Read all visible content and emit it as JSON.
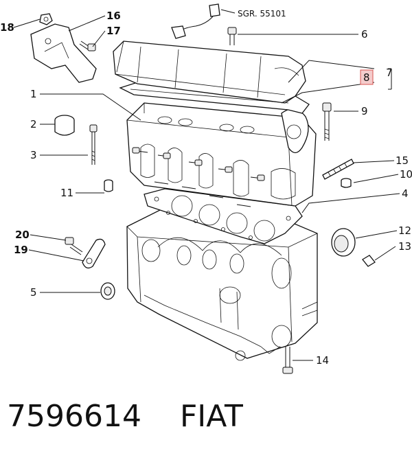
{
  "labels": {
    "l1": "1",
    "l2": "2",
    "l3": "3",
    "l4": "4",
    "l5": "5",
    "l6": "6",
    "l7": "7",
    "l8": "8",
    "l9": "9",
    "l10": "10",
    "l11": "11",
    "l12": "12",
    "l13": "13",
    "l14": "14",
    "l15": "15",
    "l16": "16",
    "l17": "17",
    "l18": "18",
    "l19": "19",
    "l20": "20"
  },
  "sensor_ref": "SGR. 55101",
  "caption": {
    "part_number": "7596614",
    "brand": "FIAT"
  },
  "colors": {
    "highlight_border": "#d9534f",
    "highlight_fill": "#f4cccc"
  }
}
